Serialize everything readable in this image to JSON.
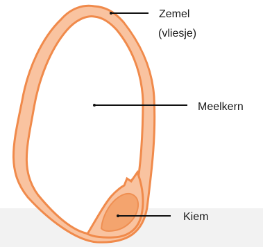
{
  "labels": {
    "bran_line1": "Zemel",
    "bran_line2": "(vliesje)",
    "endosperm": "Meelkern",
    "germ": "Kiem"
  },
  "colors": {
    "bran_outline": "#f08a4b",
    "bran_fill": "#f9c3a0",
    "germ_fill": "#f4a46e",
    "germ_inner": "#ef8f52",
    "leader_line": "#111111",
    "label_text": "#1a1a1a",
    "bottom_band": "#f2f2f2"
  }
}
